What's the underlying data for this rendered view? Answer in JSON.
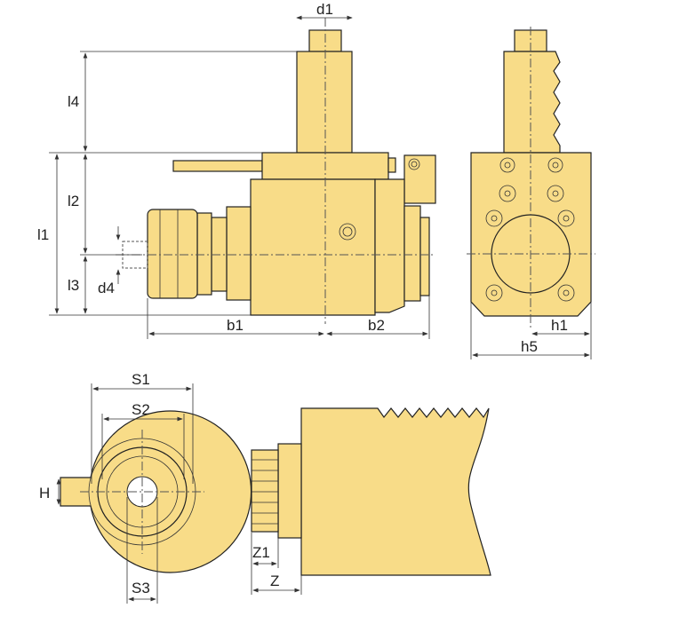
{
  "fill_color": "#f8dc88",
  "dimensions": {
    "d1": "d1",
    "l4": "l4",
    "l2": "l2",
    "l1": "l1",
    "l3": "l3",
    "d4": "d4",
    "b1": "b1",
    "b2": "b2",
    "h1": "h1",
    "h5": "h5",
    "S1": "S1",
    "S2": "S2",
    "S3": "S3",
    "H": "H",
    "Z1": "Z1",
    "Z": "Z"
  }
}
